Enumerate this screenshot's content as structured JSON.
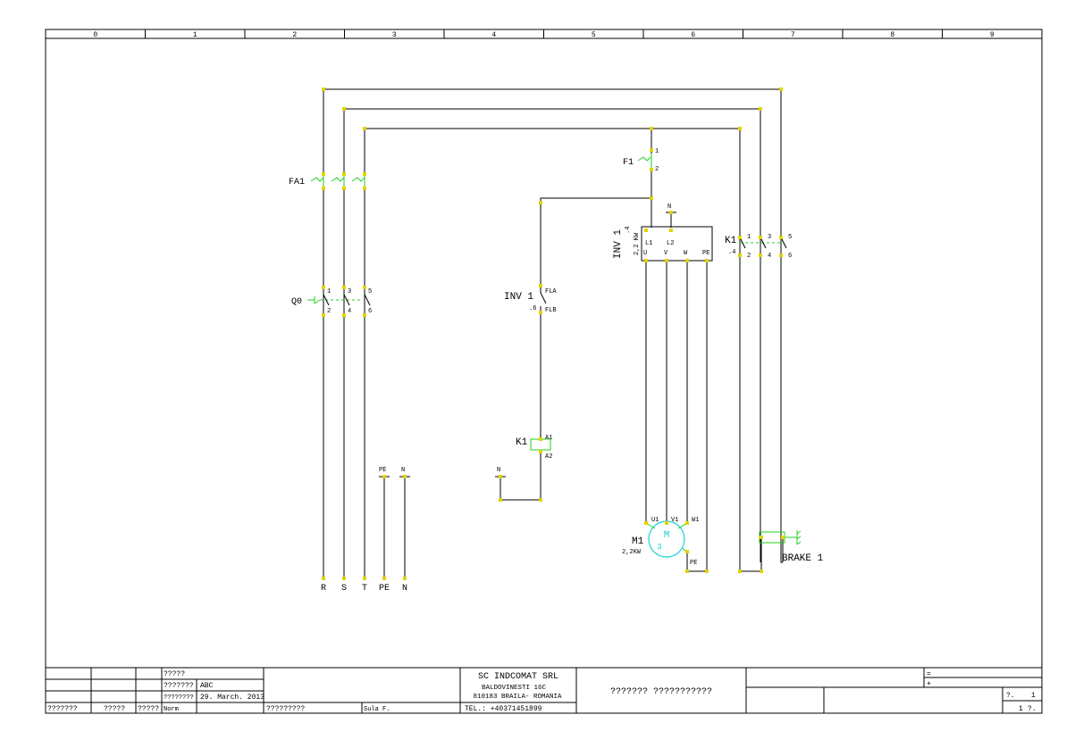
{
  "frame": {
    "columns": [
      "0",
      "1",
      "2",
      "3",
      "4",
      "5",
      "6",
      "7",
      "8",
      "9"
    ]
  },
  "labels": {
    "fa1": "FA1",
    "q0": "Q0",
    "f1": "F1",
    "inv1_relay": "INV 1",
    "inv1_relay_ref": ".6",
    "fla": "FLA",
    "flb": "FLB",
    "k1_coil": "K1",
    "a1": "A1",
    "a2": "A2",
    "n_coil": "N",
    "pe_top": "PE",
    "n_top": "N",
    "inv1_box": "INV 1",
    "inv1_ref": ".4",
    "inv1_power": "2,2 KW",
    "n_inv": "N",
    "inv_terms_top": [
      "L1",
      "L2"
    ],
    "inv_terms_bottom": [
      "U",
      "V",
      "W",
      "PE"
    ],
    "k1_contact": "K1",
    "k1_ref": ".4",
    "k1_top_nums": [
      "1",
      "3",
      "5"
    ],
    "k1_bottom_nums": [
      "2",
      "4",
      "6"
    ],
    "q0_top_nums": [
      "1",
      "3",
      "5"
    ],
    "q0_bottom_nums": [
      "2",
      "4",
      "6"
    ],
    "f1_num_top": "1",
    "f1_num_bottom": "2",
    "motor_name": "M1",
    "motor_power": "2,2KW",
    "motor_symbol": "M",
    "motor_phase": "3",
    "motor_terms": [
      "U1",
      "V1",
      "W1"
    ],
    "motor_pe": "PE",
    "brake": "BRAKE 1",
    "bottom_terminals": [
      "R",
      "S",
      "T",
      "PE",
      "N"
    ]
  },
  "title_block": {
    "r1": "?????",
    "r2a": "???????",
    "r2b": "ABC",
    "r3a": "????????",
    "r3b": "29. March. 2013",
    "r4a": "???????",
    "r4b": "?????",
    "r4c": "?????",
    "r4d": "Norm",
    "r4e": "?????????",
    "r4f": "Sula F.",
    "company": "SC INDCOMAT SRL",
    "addr1": "BALDOVINESTI 16C",
    "addr2": "810183 BRAILA- ROMANIA",
    "tel": "TEL.: +40371451899",
    "drawing_title": "??????? ???????????",
    "eq": "=",
    "plus": "+",
    "sheet_q": "?.",
    "sheet_n": "1",
    "sheet_tot": "1",
    "sheet_tot_q": "?."
  },
  "colors": {
    "wire": "#000000",
    "terminal": "#e6d200",
    "device": "#1fd21f",
    "motor": "#20d2d2"
  }
}
